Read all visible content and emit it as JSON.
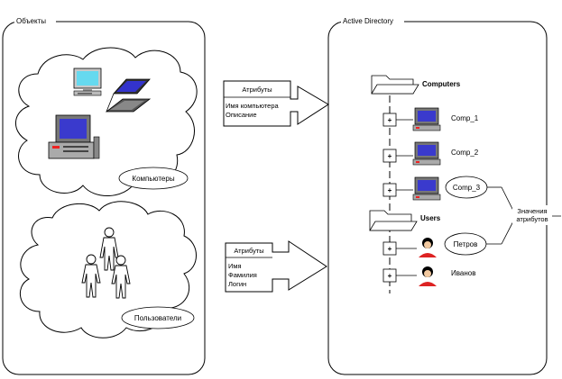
{
  "left_panel": {
    "title": "Объекты",
    "computers_label": "Компьютеры",
    "users_label": "Пользователи",
    "computer_attrs": {
      "header": "Атрибуты",
      "items": [
        "Имя компьютера",
        "Описание"
      ]
    },
    "user_attrs": {
      "header": "Атрибуты",
      "items": [
        "Имя",
        "Фамилия",
        "Логин"
      ]
    }
  },
  "right_panel": {
    "title": "Active Directory",
    "computers_folder": "Computers",
    "users_folder": "Users",
    "computers": [
      "Comp_1",
      "Comp_2",
      "Comp_3"
    ],
    "users": [
      "Петров",
      "Иванов"
    ],
    "expand_symbol": "+"
  },
  "annotation": {
    "line1": "Значения",
    "line2": "атрибутов"
  }
}
